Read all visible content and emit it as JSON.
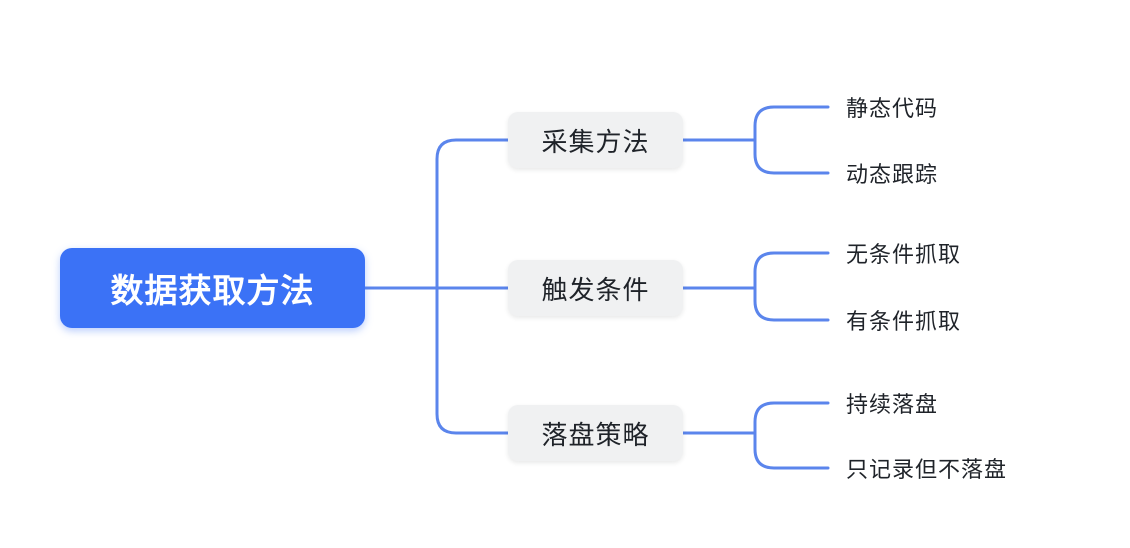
{
  "colors": {
    "background": "#ffffff",
    "root_node_bg": "#3b72f6",
    "root_node_text": "#ffffff",
    "branch_node_bg": "#f0f1f2",
    "node_text": "#1f2329",
    "connector_line": "#5b85ec"
  },
  "mindmap": {
    "root": {
      "label": "数据获取方法"
    },
    "branches": [
      {
        "label": "采集方法",
        "children": [
          {
            "label": "静态代码"
          },
          {
            "label": "动态跟踪"
          }
        ]
      },
      {
        "label": "触发条件",
        "children": [
          {
            "label": "无条件抓取"
          },
          {
            "label": "有条件抓取"
          }
        ]
      },
      {
        "label": "落盘策略",
        "children": [
          {
            "label": "持续落盘"
          },
          {
            "label": "只记录但不落盘"
          }
        ]
      }
    ]
  }
}
